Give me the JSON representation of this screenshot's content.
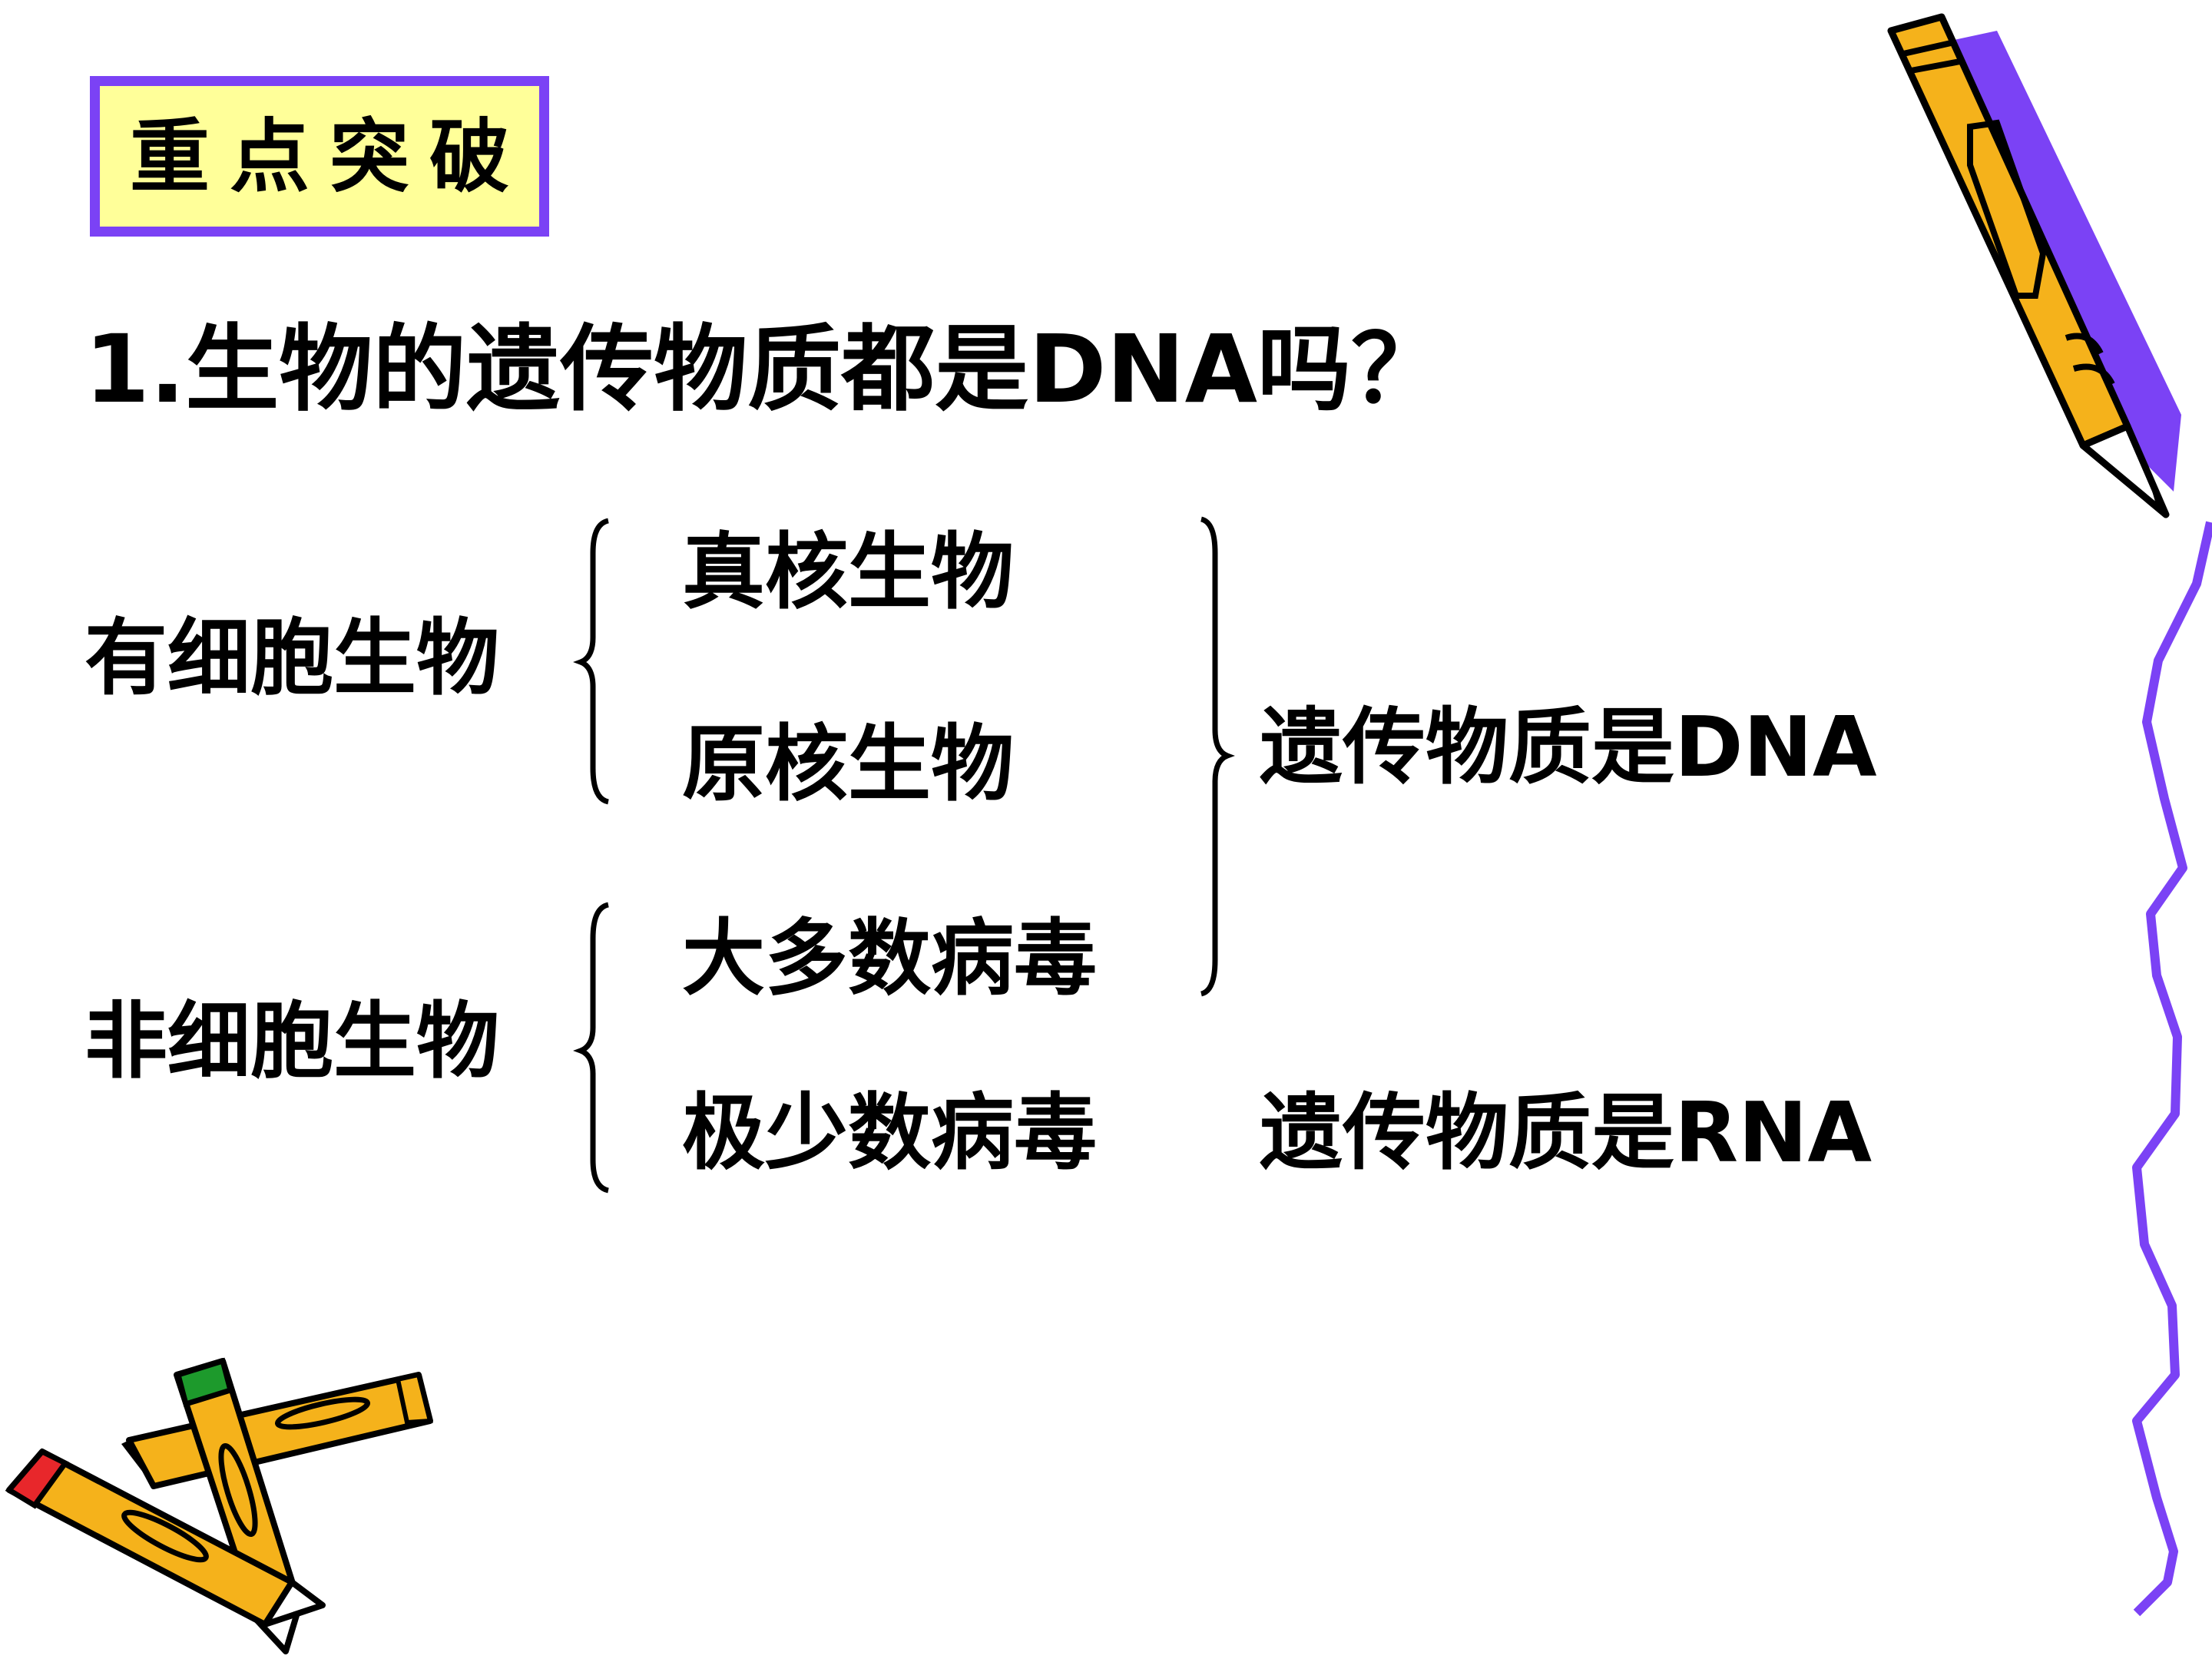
{
  "badge": {
    "text": "重点突破"
  },
  "question": {
    "text": "1.生物的遗传物质都是DNA吗？"
  },
  "classification": {
    "cellular": {
      "label": "有细胞生物",
      "items": [
        "真核生物",
        "原核生物"
      ]
    },
    "acellular": {
      "label": "非细胞生物",
      "items": [
        "大多数病毒",
        "极少数病毒"
      ]
    },
    "results": {
      "dna": "遗传物质是DNA",
      "rna": "遗传物质是RNA"
    }
  },
  "colors": {
    "badge_fill": "#ffff99",
    "badge_border": "#7b42f5",
    "pencil_body": "#f5b21b",
    "pencil_shadow": "#7b42f5",
    "eraser_green": "#1d9a2c",
    "eraser_red": "#e8272b"
  },
  "icons": {
    "pencil_top_right": "pencil-icon",
    "pencils_bottom_left": "crossed-pencils-icon",
    "wavy_line": "wavy-line-decoration"
  }
}
